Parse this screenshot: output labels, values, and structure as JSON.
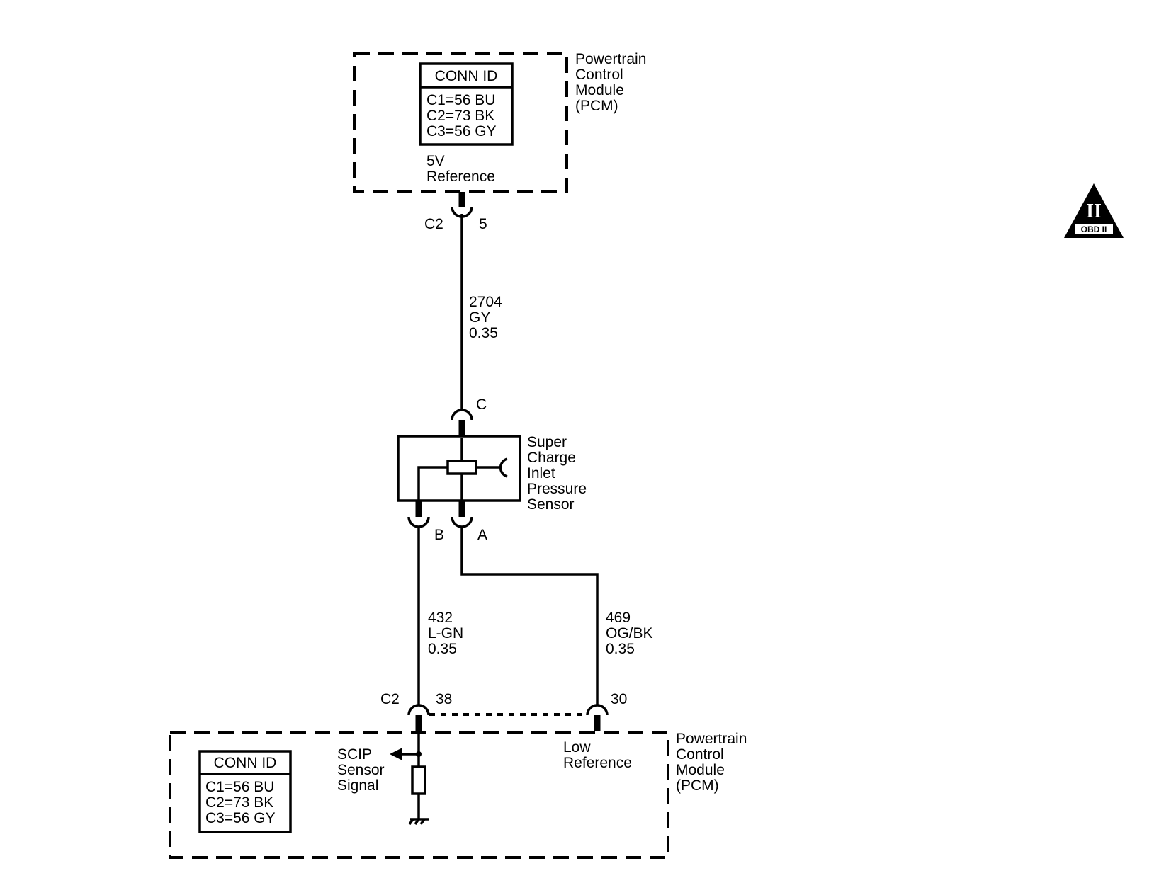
{
  "top_pcm": {
    "name_lines": [
      "Powertrain",
      "Control",
      "Module",
      "(PCM)"
    ],
    "conn_id": {
      "title": "CONN ID",
      "rows": [
        "C1=56 BU",
        "C2=73 BK",
        "C3=56 GY"
      ]
    },
    "terminal_label_lines": [
      "5V",
      "Reference"
    ],
    "connector": "C2",
    "pin": "5"
  },
  "wire_top": {
    "circuit": "2704",
    "color": "GY",
    "gauge": "0.35"
  },
  "sensor": {
    "name_lines": [
      "Super",
      "Charge",
      "Inlet",
      "Pressure",
      "Sensor"
    ],
    "pin_top": "C",
    "pin_left": "B",
    "pin_right": "A"
  },
  "wire_left": {
    "circuit": "432",
    "color": "L-GN",
    "gauge": "0.35"
  },
  "wire_right": {
    "circuit": "469",
    "color": "OG/BK",
    "gauge": "0.35"
  },
  "bottom_pcm": {
    "name_lines": [
      "Powertrain",
      "Control",
      "Module",
      "(PCM)"
    ],
    "conn_id": {
      "title": "CONN ID",
      "rows": [
        "C1=56 BU",
        "C2=73 BK",
        "C3=56 GY"
      ]
    },
    "connector": "C2",
    "pin_left": "38",
    "pin_right": "30",
    "signal_label_lines": [
      "SCIP",
      "Sensor",
      "Signal"
    ],
    "low_ref_label_lines": [
      "Low",
      "Reference"
    ]
  },
  "obd_badge": {
    "symbol": "II",
    "text": "OBD II",
    "icon": "obd-ii-warning-triangle-icon"
  }
}
